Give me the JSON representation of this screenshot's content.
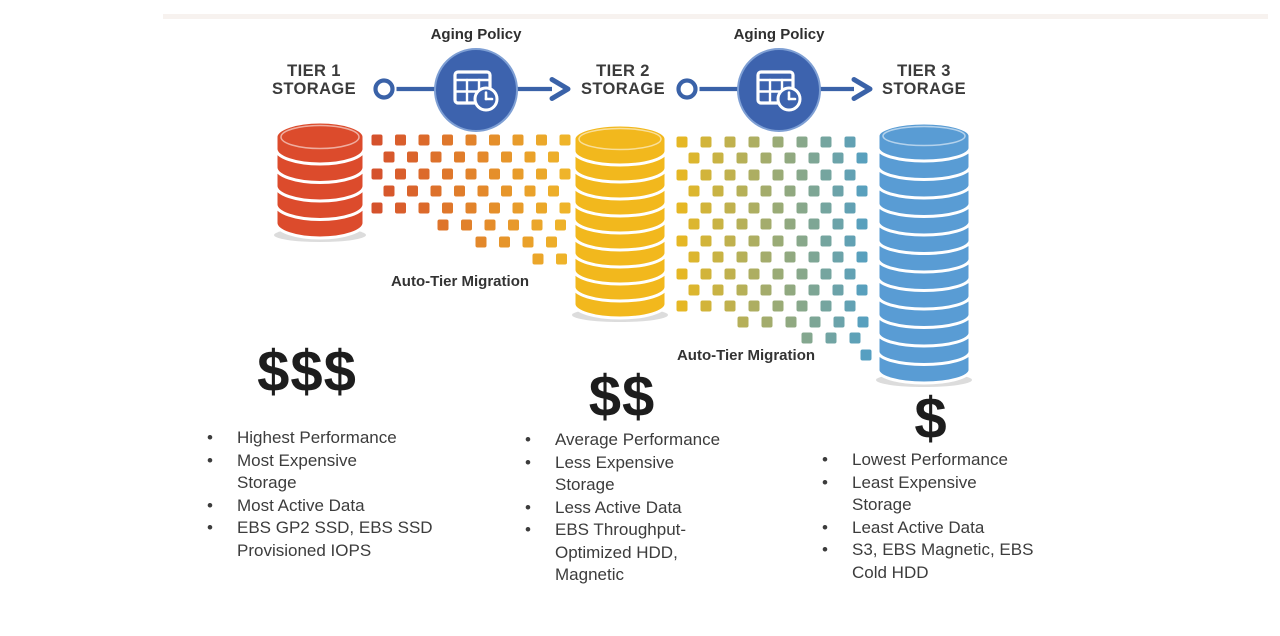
{
  "tiers": [
    {
      "name": "TIER 1\nSTORAGE",
      "cost_symbol": "$$$",
      "cylinder_color": "#DC4B2C",
      "disk_count": 5,
      "bullets": [
        "Highest Performance",
        "Most Expensive\nStorage",
        "Most Active Data",
        "EBS GP2 SSD, EBS SSD\nProvisioned IOPS"
      ]
    },
    {
      "name": "TIER 2\nSTORAGE",
      "cost_symbol": "$$",
      "cylinder_color": "#F2B81D",
      "disk_count": 10,
      "bullets": [
        "Average Performance",
        "Less Expensive\nStorage",
        "Less Active Data",
        "EBS Throughput-\nOptimized HDD,\nMagnetic"
      ]
    },
    {
      "name": "TIER 3\nSTORAGE",
      "cost_symbol": "$",
      "cylinder_color": "#599CD4",
      "disk_count": 13,
      "bullets": [
        "Lowest Performance",
        "Least Expensive\nStorage",
        "Least Active Data",
        "S3, EBS Magnetic, EBS\nCold HDD"
      ]
    }
  ],
  "aging_policies": [
    {
      "label": "Aging Policy",
      "icon": "calendar-clock-icon"
    },
    {
      "label": "Aging Policy",
      "icon": "calendar-clock-icon"
    }
  ],
  "migrations": [
    {
      "label": "Auto-Tier Migration",
      "from_color": "#D5502C",
      "to_color": "#EFB62A"
    },
    {
      "label": "Auto-Tier Migration",
      "from_color": "#E8B822",
      "to_color": "#4E9EC9"
    }
  ],
  "colors": {
    "policy_circle_fill": "#3D63AE",
    "policy_circle_rim": "#7E9FD4",
    "arrow": "#3A62A8",
    "text": "#3C3C3C",
    "cost_text": "#1D1D1D",
    "background": "#FFFFFF"
  }
}
